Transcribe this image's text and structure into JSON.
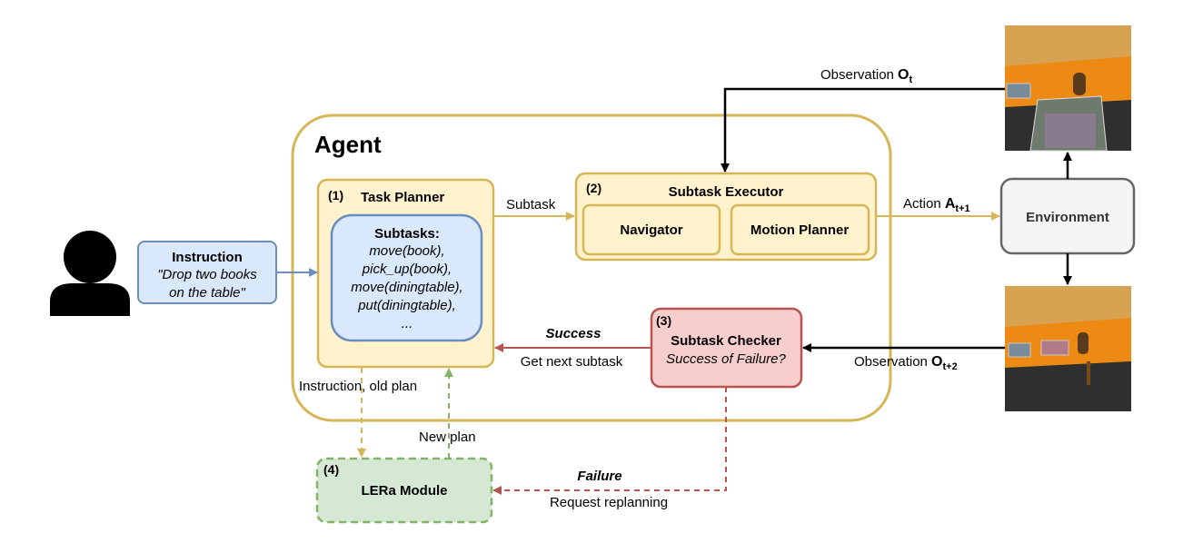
{
  "agent": {
    "title": "Agent"
  },
  "instruction": {
    "title": "Instruction",
    "line1": "\"Drop two books",
    "line2": "on the table\""
  },
  "task_planner": {
    "number": "(1)",
    "title": "Task Planner",
    "subtasks_title": "Subtasks:",
    "subtasks": [
      "move(book),",
      "pick_up(book),",
      "move(diningtable),",
      "put(diningtable),",
      "..."
    ]
  },
  "subtask_executor": {
    "number": "(2)",
    "title": "Subtask Executor",
    "navigator": "Navigator",
    "motion_planner": "Motion Planner"
  },
  "subtask_checker": {
    "number": "(3)",
    "title": "Subtask Checker",
    "subtitle": "Success of Failure?"
  },
  "lera": {
    "number": "(4)",
    "title": "LERa Module"
  },
  "environment": {
    "label": "Environment"
  },
  "edges": {
    "subtask": "Subtask",
    "observation_t": {
      "text": "Observation ",
      "symbol": "O",
      "sub": "t"
    },
    "action": {
      "text": "Action ",
      "symbol": "A",
      "sub": "t+1"
    },
    "observation_t2": {
      "text": "Observation ",
      "symbol": "O",
      "sub": "t+2"
    },
    "success": "Success",
    "get_next": "Get next subtask",
    "instruction_old_plan": "Instruction, old plan",
    "new_plan": "New plan",
    "failure": "Failure",
    "request_replanning": "Request replanning"
  },
  "colors": {
    "yellow_stroke": "#d6b656",
    "yellow_fill": "#fff2cc",
    "blue_stroke": "#6c8ebf",
    "blue_fill": "#dae8fc",
    "red_stroke": "#b85450",
    "red_fill": "#f8cecc",
    "green_stroke": "#82b366",
    "green_fill": "#d5e8d4",
    "grey_stroke": "#666666",
    "grey_fill": "#f5f5f5"
  }
}
